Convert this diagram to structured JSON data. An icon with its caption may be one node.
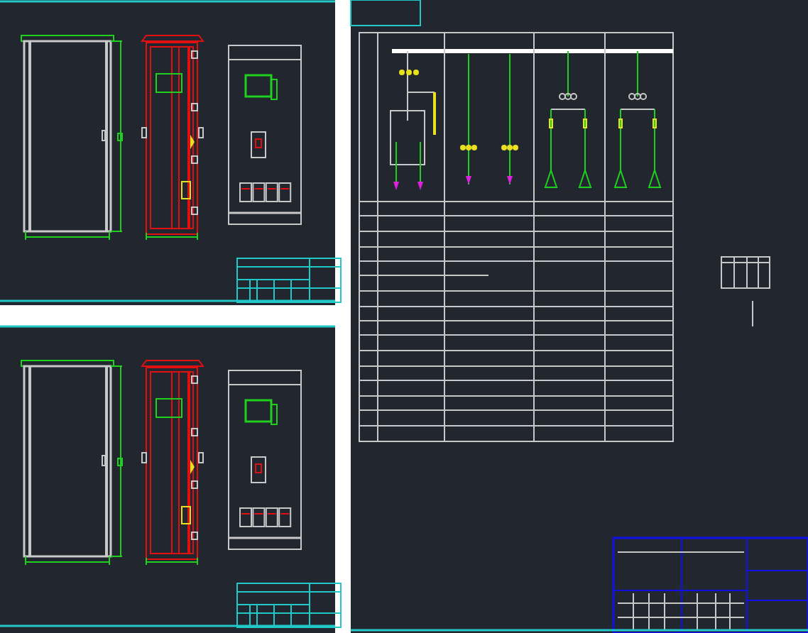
{
  "diagram": {
    "nodes": [
      {
        "text": [],
        "shape": "picture"
      },
      {
        "text": [],
        "shape": "picture"
      },
      {
        "text": [],
        "shape": "picture"
      },
      {
        "text": [],
        "shape": "picture"
      },
      {
        "text": [],
        "shape": "picture"
      },
      {
        "text": [],
        "shape": "picture"
      },
      {
        "text": [],
        "shape": "picture"
      }
    ]
  }
}
